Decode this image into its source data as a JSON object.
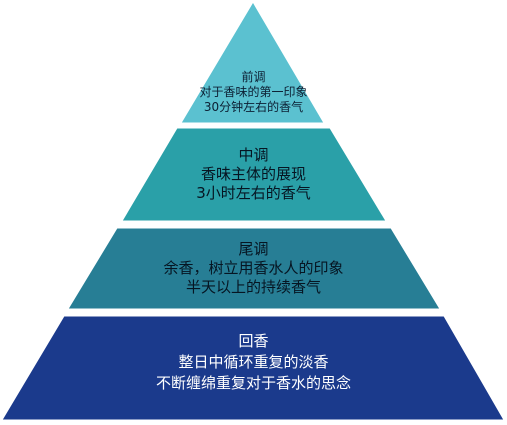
{
  "pyramid": {
    "tiers": [
      {
        "title": "前调",
        "line1": "对于香味的第一印象",
        "line2": "30分钟左右的香气",
        "color": "#5bc1d0"
      },
      {
        "title": "中调",
        "line1": "香味主体的展现",
        "line2": "3小时左右的香气",
        "color": "#2aa0a8"
      },
      {
        "title": "尾调",
        "line1": "余香，树立用香水人的印象",
        "line2": "半天以上的持续香气",
        "color": "#277e95"
      },
      {
        "title": "回香",
        "line1": "整日中循环重复的淡香",
        "line2": "不断缠绵重复对于香水的思念",
        "color": "#1b3a8c"
      }
    ]
  }
}
